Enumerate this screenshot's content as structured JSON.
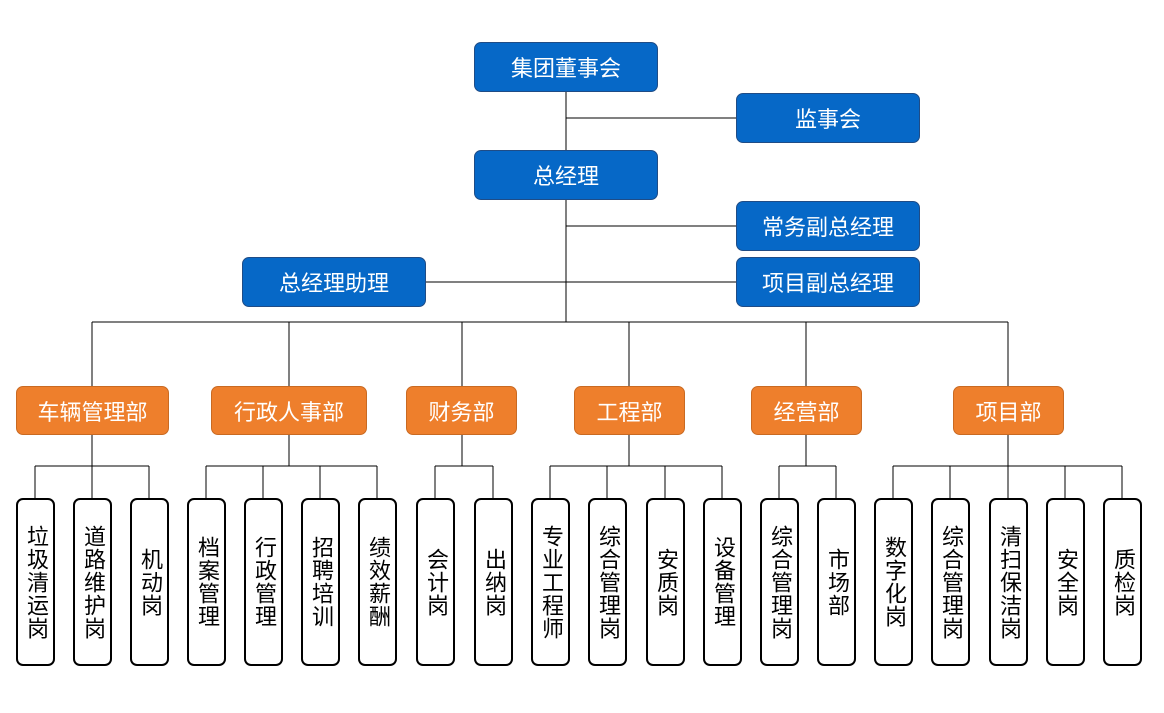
{
  "colors": {
    "top_fill": "#0668c7",
    "dept_fill": "#ee7f2c",
    "leaf_border": "#000000",
    "line": "#000000"
  },
  "top": {
    "board": "集团董事会",
    "supervisors": "监事会",
    "gm": "总经理",
    "exec_vgm": "常务副总经理",
    "gm_assistant": "总经理助理",
    "project_vgm": "项目副总经理"
  },
  "departments": [
    {
      "name": "车辆管理部",
      "units": [
        "垃圾清运岗",
        "道路维护岗",
        "机动岗"
      ]
    },
    {
      "name": "行政人事部",
      "units": [
        "档案管理",
        "行政管理",
        "招聘培训",
        "绩效薪酬"
      ]
    },
    {
      "name": "财务部",
      "units": [
        "会计岗",
        "出纳岗"
      ]
    },
    {
      "name": "工程部",
      "units": [
        "专业工程师",
        "综合管理岗",
        "安质岗",
        "设备管理"
      ]
    },
    {
      "name": "经营部",
      "units": [
        "综合管理岗",
        "市场部"
      ]
    },
    {
      "name": "项目部",
      "units": [
        "数字化岗",
        "综合管理岗",
        "清扫保洁岗",
        "安全岗",
        "质检岗"
      ]
    }
  ]
}
